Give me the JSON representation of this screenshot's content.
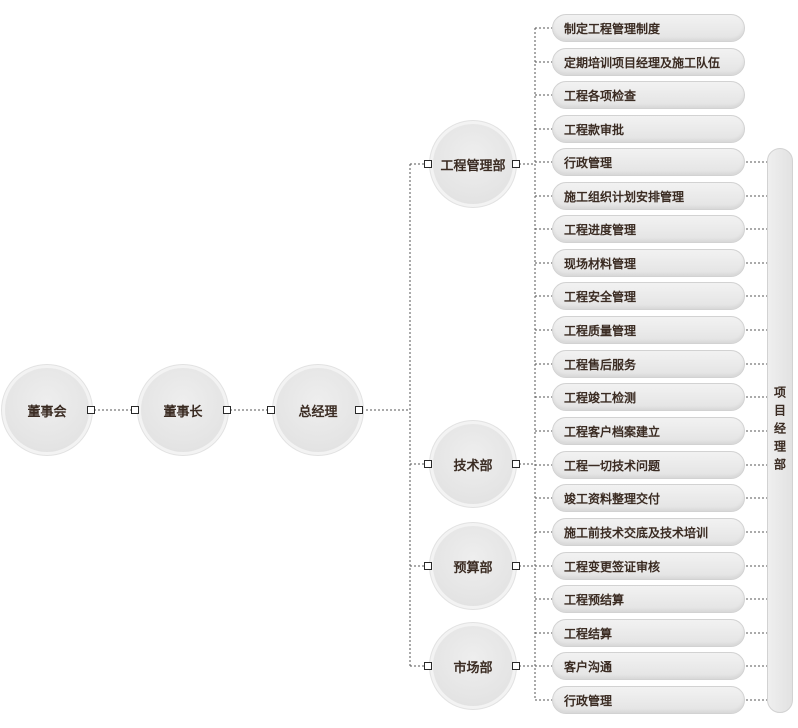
{
  "top_chain": [
    "董事会",
    "董事长",
    "总经理"
  ],
  "departments": [
    {
      "name": "工程管理部",
      "items": [
        "制定工程管理制度",
        "定期培训项目经理及施工队伍",
        "工程各项检查",
        "工程款审批",
        "行政管理",
        "施工组织计划安排管理",
        "工程进度管理",
        "现场材料管理",
        "工程安全管理",
        "工程质量管理",
        "工程售后服务",
        "工程竣工检测",
        "工程客户档案建立"
      ]
    },
    {
      "name": "技术部",
      "items": [
        "工程一切技术问题",
        "竣工资料整理交付",
        "施工前技术交底及技术培训"
      ]
    },
    {
      "name": "预算部",
      "items": [
        "工程变更签证审核",
        "工程预结算"
      ]
    },
    {
      "name": "市场部",
      "items": [
        "工程结算",
        "客户沟通",
        "行政管理"
      ]
    }
  ],
  "side_label": "项目经理部"
}
